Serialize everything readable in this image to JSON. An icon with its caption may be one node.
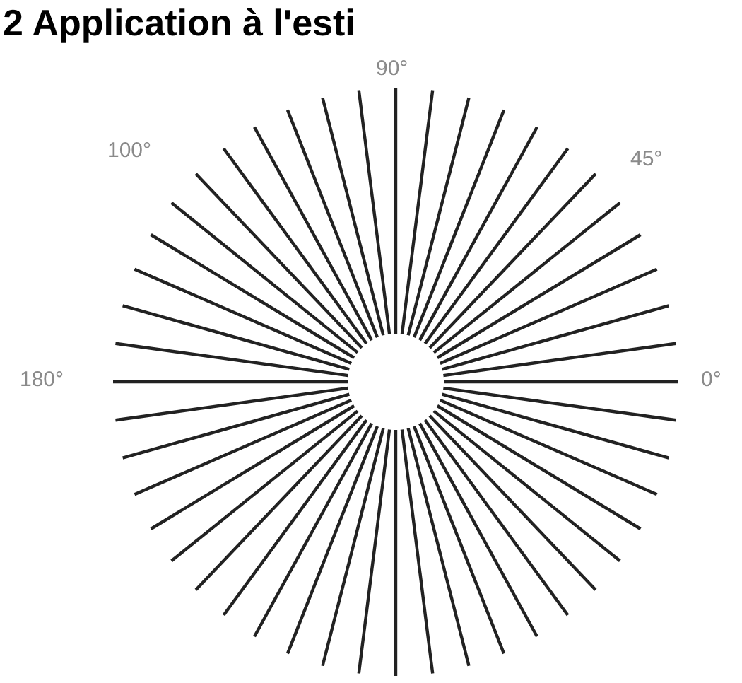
{
  "diagram": {
    "title": "2 Application à l'esti",
    "labels": [
      "90°",
      "100°",
      "45°",
      "180°",
      "0°"
    ]
  }
}
